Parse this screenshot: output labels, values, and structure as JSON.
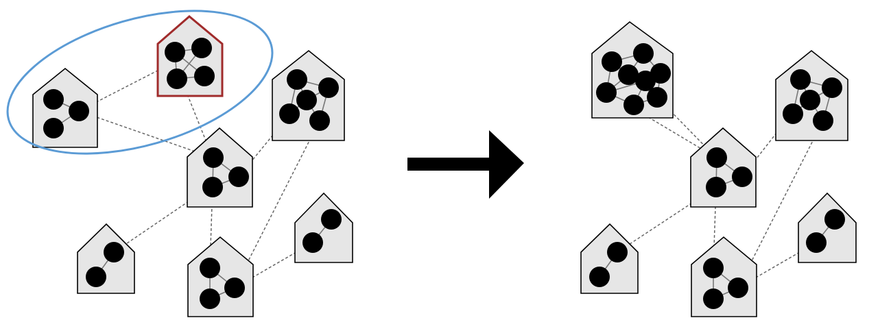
{
  "figure": {
    "description_text": "",
    "colors": {
      "house_fill": "#e6e6e6",
      "house_stroke": "#000000",
      "highlight_house_stroke": "#a02b2b",
      "cluster_outline": "#5b9bd5",
      "node_fill": "#000000",
      "dashed_link": "#666666",
      "intra_edge": "#777777"
    },
    "icons": [
      "house-icon",
      "node-dot",
      "arrow-right-icon",
      "selection-ellipse"
    ],
    "left_panel": {
      "house_count": 7,
      "highlighted_house_count": 1,
      "selection_ellipse": true
    },
    "right_panel": {
      "house_count": 6,
      "merged_house": true
    }
  }
}
